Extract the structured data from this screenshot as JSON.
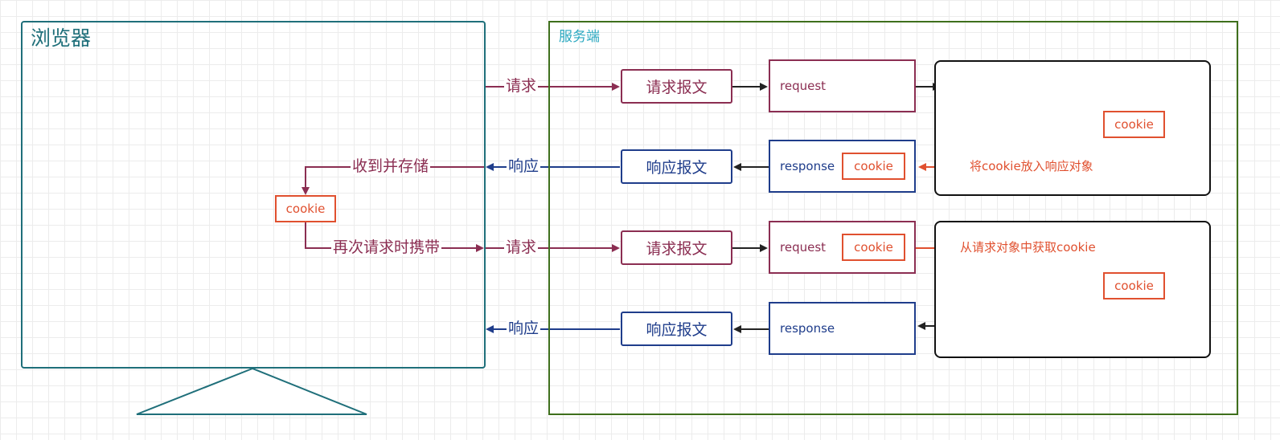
{
  "browser": {
    "title": "浏览器",
    "cookie_label": "cookie",
    "receive_store_label": "收到并存储",
    "carry_again_label": "再次请求时携带"
  },
  "server": {
    "title": "服务端",
    "row1": {
      "arrow_label": "请求",
      "message": "请求报文",
      "object": "request"
    },
    "row2": {
      "arrow_label": "响应",
      "message": "响应报文",
      "object": "response",
      "object_cookie": "cookie",
      "handler_cookie": "cookie",
      "put_label": "将cookie放入响应对象"
    },
    "row3": {
      "arrow_label": "请求",
      "message": "请求报文",
      "object": "request",
      "object_cookie": "cookie",
      "handler_cookie": "cookie",
      "get_label": "从请求对象中获取cookie"
    },
    "row4": {
      "arrow_label": "响应",
      "message": "响应报文",
      "object": "response"
    }
  },
  "colors": {
    "browser": "#1f6f7a",
    "server": "#3e6f1c",
    "request": "#8b2e52",
    "response": "#1f3d8b",
    "cookie": "#e0502f",
    "handler": "#111111"
  }
}
